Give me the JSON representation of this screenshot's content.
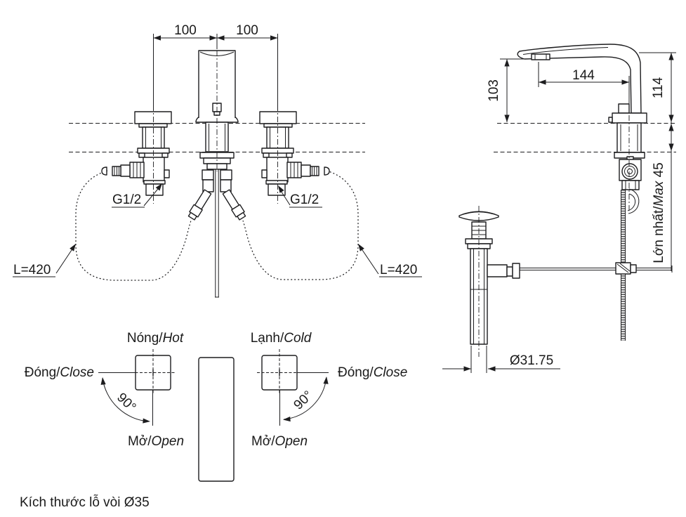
{
  "colors": {
    "line": "#1d1d1f",
    "text": "#1a1a1a",
    "background": "#ffffff"
  },
  "front_view": {
    "hole_spacing_left": "100",
    "hole_spacing_right": "100",
    "thread_left": "G1/2",
    "thread_right": "G1/2",
    "hose_length_left": "L=420",
    "hose_length_right": "L=420"
  },
  "rotation_diagrams": {
    "hot_vn": "Nóng/",
    "hot_en": "Hot",
    "cold_vn": "Lạnh/",
    "cold_en": "Cold",
    "close_vn": "Đóng/",
    "close_en": "Close",
    "open_vn": "Mở/",
    "open_en": "Open",
    "angle": "90°"
  },
  "side_view": {
    "spout_height": "103",
    "spout_reach": "144",
    "total_height": "114",
    "deck_max_vn": "Lớn nhất/",
    "deck_max_en": "Max",
    "deck_max_value": " 45",
    "drain_diameter": "Ø31.75"
  },
  "caption": "Kích thước lỗ vòi Ø35"
}
